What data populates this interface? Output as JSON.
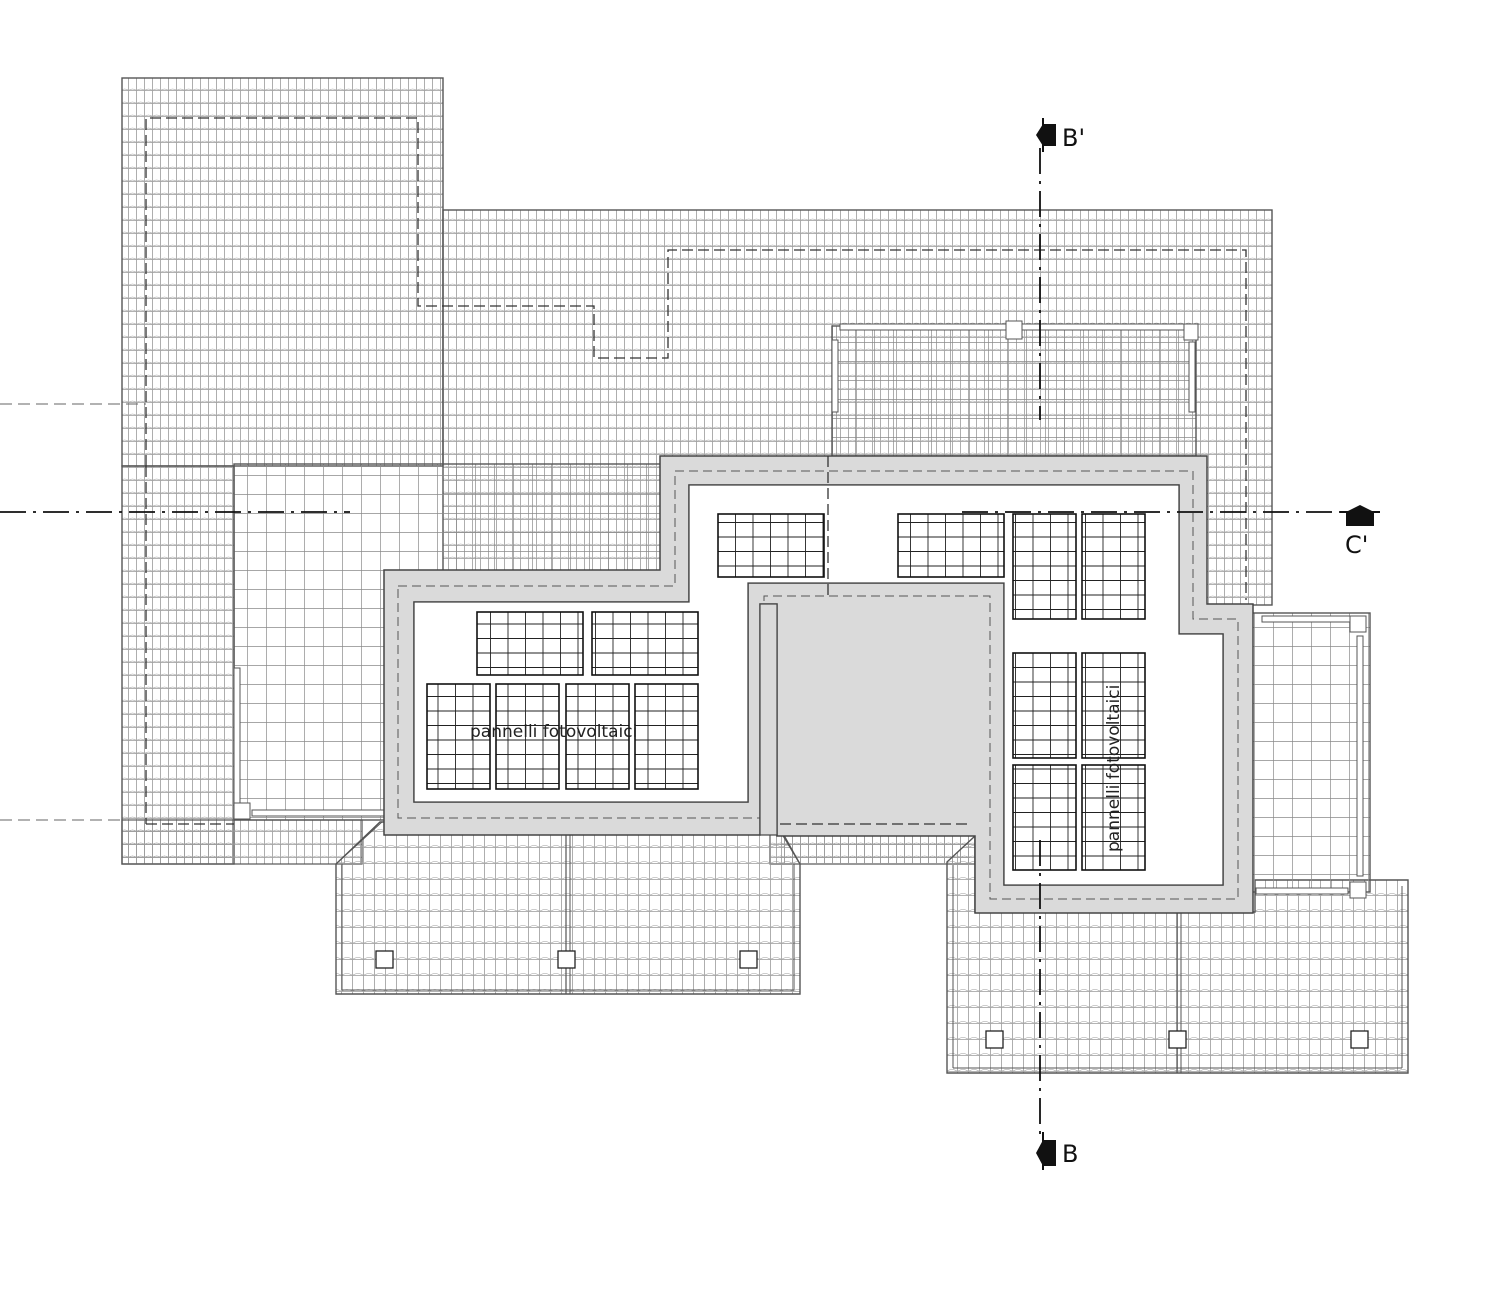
{
  "drawing": {
    "kind": "roof plan",
    "labels": {
      "panels_horizontal": "pannelli fotovoltaici",
      "panels_vertical": "pannelli fotovoltaici"
    },
    "section_markers": {
      "b_prime": "B'",
      "b": "B",
      "c_prime": "C'"
    }
  },
  "colors": {
    "line": "#555555",
    "tile": "#9a9a9a",
    "parapet_fill": "#d9d9d9",
    "background": "#ffffff",
    "marker": "#111111"
  }
}
